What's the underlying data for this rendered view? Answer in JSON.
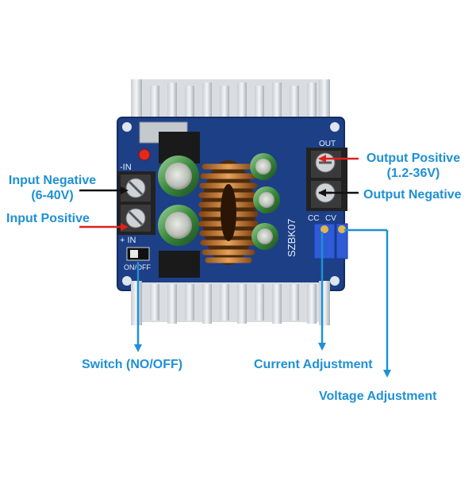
{
  "labels": {
    "input_negative": [
      "Input Negative",
      "(6-40V)"
    ],
    "input_positive": "Input Positive",
    "output_positive": [
      "Output Positive",
      "(1.2-36V)"
    ],
    "output_negative": "Output Negative",
    "switch": "Switch (NO/OFF)",
    "current_adjustment": "Current Adjustment",
    "voltage_adjustment": "Voltage Adjustment"
  },
  "board": {
    "model": "SZBK07",
    "pin_in_neg": "-IN",
    "pin_in_pos": "+ IN",
    "pin_out": "OUT",
    "cc": "CC",
    "cv": "CV",
    "on_off": "ON/OFF"
  },
  "colors": {
    "label_blue": "#1e90d6",
    "positive_arrow": "#e0201c",
    "negative_arrow": "#111111",
    "pcb_blue": "#1d3f86"
  }
}
